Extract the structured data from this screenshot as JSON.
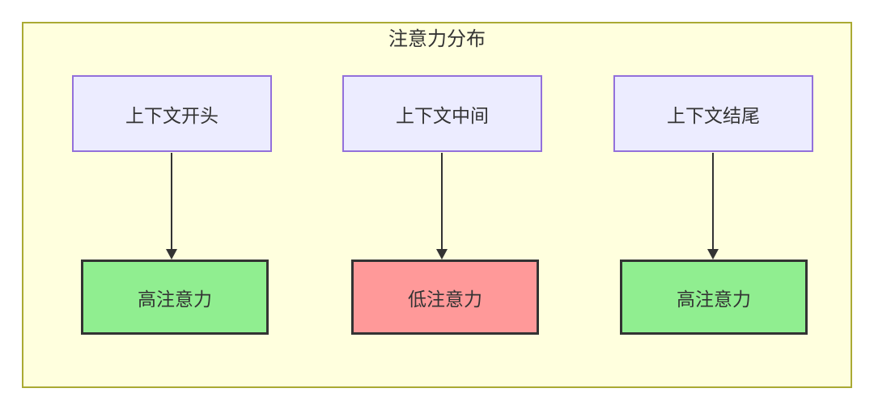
{
  "diagram": {
    "title": "注意力分布",
    "columns": [
      {
        "source_label": "上下文开头",
        "result_label": "高注意力",
        "attention_level": "high"
      },
      {
        "source_label": "上下文中间",
        "result_label": "低注意力",
        "attention_level": "low"
      },
      {
        "source_label": "上下文结尾",
        "result_label": "高注意力",
        "attention_level": "high"
      }
    ],
    "colors": {
      "canvas_bg": "#ffffff",
      "cluster_bg": "#ffffde",
      "cluster_border": "#aaaa33",
      "source_node_bg": "#ececff",
      "source_node_border": "#9370db",
      "high_attention_bg": "#90ee90",
      "low_attention_bg": "#ff9999",
      "result_node_border": "#333333",
      "text": "#333333",
      "arrow": "#333333"
    }
  }
}
